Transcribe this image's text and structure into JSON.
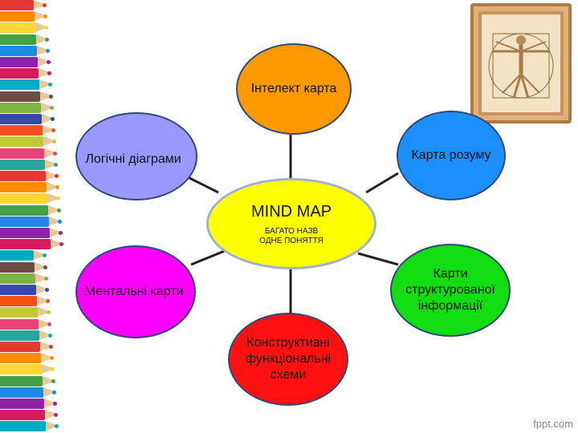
{
  "nodes": {
    "center_title": "MIND MAP",
    "center_sub1": "БАГАТО НАЗВ",
    "center_sub2": "ОДНЕ ПОНЯТТЯ",
    "top": "Інтелект карта",
    "top_left": "Логічні діаграми",
    "top_right": "Карта розуму",
    "bottom_left": "Ментальні карти",
    "bottom_right": "Карти\nструктурованої\nінформації",
    "bottom": "Конструктивні\nфункціональні\nсхеми"
  },
  "colors": {
    "center": "#ffff00",
    "top": "#ff9900",
    "top_left": "#9999ff",
    "top_right": "#1e8fff",
    "bottom_left": "#ff00ff",
    "bottom_right": "#11dd11",
    "bottom": "#ff1111"
  },
  "watermark": "fppt.com"
}
